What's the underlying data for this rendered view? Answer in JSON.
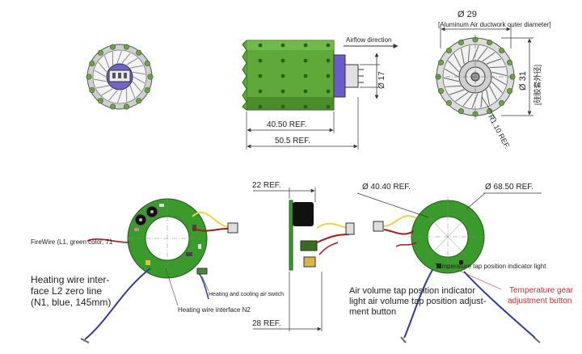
{
  "colors": {
    "green": "#5fa83a",
    "green_dark": "#3d7a22",
    "purple": "#6a5cc8",
    "red_label": "#d8262a",
    "dim_line": "#333333",
    "pcb": "#3b9a2c",
    "wire_blue": "#2b3c9a"
  },
  "labels": {
    "d29": "Ø 29",
    "aluminum": "[Aluminum Air ductwork outer diameter]",
    "airflow": "Airflow direction",
    "d17": "Ø 17",
    "d31": "Ø 31",
    "chinese_note": "[硅胶套外径]",
    "r110": "R1.10 REF.",
    "ref4050": "40.50 REF.",
    "ref505": "50.5 REF.",
    "ref22": "22 REF.",
    "ref28": "28 REF.",
    "d4040": "Ø 40.40 REF.",
    "d6850": "Ø 68.50 REF.",
    "firewire": "FireWire (L1, green color, 71",
    "heating_l2_1": "Heating wire inter-",
    "heating_l2_2": "face L2 zero line",
    "heating_l2_3": "(N1, blue, 145mm)",
    "heating_cooling": "Heating and cooling air switch",
    "heating_n2": "Heating wire interface N2",
    "temp_indicator": "Temperature tap position indicator light",
    "air_volume_1": "Air volume tap position indicator",
    "air_volume_2": "light air volume tap position adjust-",
    "air_volume_3": "ment button",
    "temp_gear_1": "Temperature gear",
    "temp_gear_2": "adjustment button"
  }
}
